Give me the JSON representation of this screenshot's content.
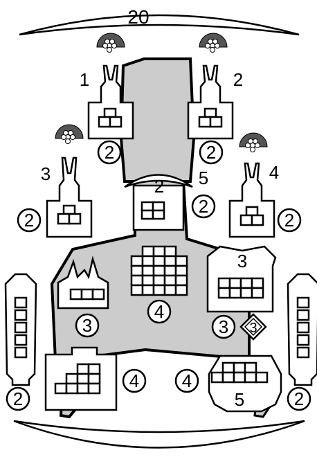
{
  "top_number": "20",
  "labels": {
    "piece_1": "1",
    "piece_2_top": "2",
    "piece_3_left": "3",
    "piece_4_right": "4",
    "center_2": "2",
    "center_5": "5",
    "right_3": "3",
    "bottom_5": "5"
  },
  "circles": {
    "c1": "2",
    "c2": "2",
    "c3": "2",
    "c4": "2",
    "c5": "2",
    "c6": "4",
    "c7": "3",
    "c8": "3",
    "c9": "4",
    "c10": "4",
    "c11": "2",
    "c12": "2"
  },
  "diamond": "3",
  "colors": {
    "fill_gray": "#cccccc",
    "stroke": "#000000",
    "white": "#ffffff"
  }
}
